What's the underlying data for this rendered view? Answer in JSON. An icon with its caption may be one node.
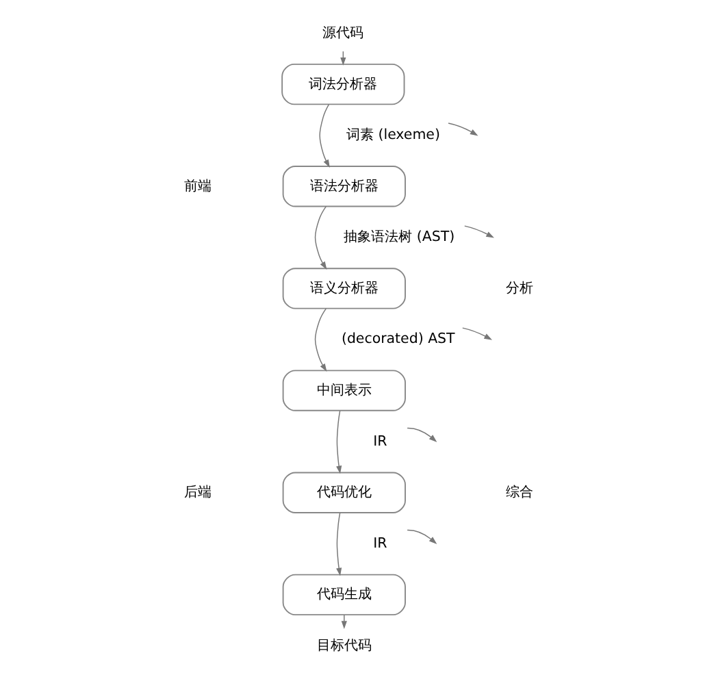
{
  "diagram": {
    "nodes": [
      {
        "text": [
          "源代码"
        ]
      },
      {
        "text": [
          "词法分析器"
        ]
      },
      {
        "text": [
          "语法分析器"
        ]
      },
      {
        "text": [
          "语义分析器"
        ]
      },
      {
        "text": [
          "中间表示"
        ]
      },
      {
        "text": [
          "代码优化"
        ]
      },
      {
        "text": [
          "代码生成"
        ]
      },
      {
        "text": [
          "目标代码"
        ]
      },
      {
        "text": [
          "词素 (lexeme)"
        ]
      },
      {
        "text": [
          "抽象语法树 (AST)"
        ]
      },
      {
        "text": [
          "(decorated) AST"
        ]
      },
      {
        "text": [
          "IR"
        ]
      },
      {
        "text": [
          "IR"
        ]
      }
    ],
    "edges": [
      {
        "from": 0,
        "to": 1,
        "arrow": "to"
      },
      {
        "from": 1,
        "to": 2,
        "arrow": "to"
      },
      {
        "from": 2,
        "to": 3,
        "arrow": "to"
      },
      {
        "from": 3,
        "to": 4,
        "arrow": "to"
      },
      {
        "from": 4,
        "to": 5,
        "arrow": "to"
      },
      {
        "from": 5,
        "to": 6,
        "arrow": "to"
      },
      {
        "from": 6,
        "to": 7,
        "arrow": "to"
      },
      {
        "from": 8,
        "to": null,
        "arrow": "to"
      },
      {
        "from": 9,
        "to": null,
        "arrow": "to"
      },
      {
        "from": 10,
        "to": null,
        "arrow": "to"
      },
      {
        "from": 11,
        "to": null,
        "arrow": "to"
      },
      {
        "from": 12,
        "to": null,
        "arrow": "to"
      }
    ],
    "labels": [
      "前端",
      "分析",
      "后端",
      "综合"
    ]
  }
}
